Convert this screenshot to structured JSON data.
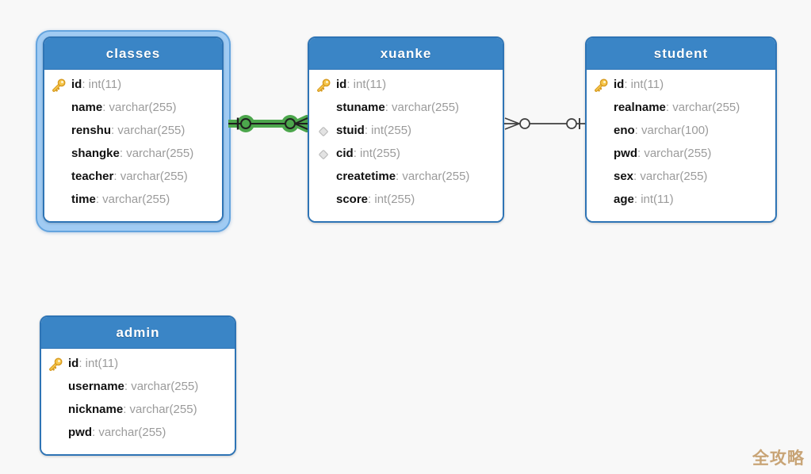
{
  "app": {
    "view": "er-diagram-canvas"
  },
  "tables": [
    {
      "name": "classes",
      "selected": true,
      "columns": [
        {
          "icon": "primary-key",
          "name": "id",
          "type": "int(11)"
        },
        {
          "icon": "none",
          "name": "name",
          "type": "varchar(255)"
        },
        {
          "icon": "none",
          "name": "renshu",
          "type": "varchar(255)"
        },
        {
          "icon": "none",
          "name": "shangke",
          "type": "varchar(255)"
        },
        {
          "icon": "none",
          "name": "teacher",
          "type": "varchar(255)"
        },
        {
          "icon": "none",
          "name": "time",
          "type": "varchar(255)"
        }
      ]
    },
    {
      "name": "xuanke",
      "selected": false,
      "columns": [
        {
          "icon": "primary-key",
          "name": "id",
          "type": "int(11)"
        },
        {
          "icon": "none",
          "name": "stuname",
          "type": "varchar(255)"
        },
        {
          "icon": "foreign-key",
          "name": "stuid",
          "type": "int(255)"
        },
        {
          "icon": "foreign-key",
          "name": "cid",
          "type": "int(255)"
        },
        {
          "icon": "none",
          "name": "createtime",
          "type": "varchar(255)"
        },
        {
          "icon": "none",
          "name": "score",
          "type": "int(255)"
        }
      ]
    },
    {
      "name": "student",
      "selected": false,
      "columns": [
        {
          "icon": "primary-key",
          "name": "id",
          "type": "int(11)"
        },
        {
          "icon": "none",
          "name": "realname",
          "type": "varchar(255)"
        },
        {
          "icon": "none",
          "name": "eno",
          "type": "varchar(100)"
        },
        {
          "icon": "none",
          "name": "pwd",
          "type": "varchar(255)"
        },
        {
          "icon": "none",
          "name": "sex",
          "type": "varchar(255)"
        },
        {
          "icon": "none",
          "name": "age",
          "type": "int(11)"
        }
      ]
    },
    {
      "name": "admin",
      "selected": false,
      "columns": [
        {
          "icon": "primary-key",
          "name": "id",
          "type": "int(11)"
        },
        {
          "icon": "none",
          "name": "username",
          "type": "varchar(255)"
        },
        {
          "icon": "none",
          "name": "nickname",
          "type": "varchar(255)"
        },
        {
          "icon": "none",
          "name": "pwd",
          "type": "varchar(255)"
        }
      ]
    }
  ],
  "relations": [
    {
      "from": "classes",
      "to": "xuanke",
      "from_cardinality": "one",
      "to_cardinality": "zero-or-many",
      "highlighted": true,
      "highlight_color": "#4ca64c"
    },
    {
      "from": "xuanke",
      "to": "student",
      "from_cardinality": "zero-or-many",
      "to_cardinality": "zero-or-one",
      "highlighted": false,
      "line_color": "#3f3f3f"
    }
  ],
  "watermark": {
    "text": "全攻略",
    "color": "#c8a476"
  },
  "colors": {
    "canvas_bg": "#f8f8f8",
    "table_header_bg": "#3a85c6",
    "table_border": "#2e74b5",
    "selection_halo": "#a0cbf3",
    "column_name": "#111111",
    "column_type": "#9b9b9b",
    "primary_key_icon": "#f6c64b",
    "foreign_key_icon": "#e3e3e3"
  }
}
